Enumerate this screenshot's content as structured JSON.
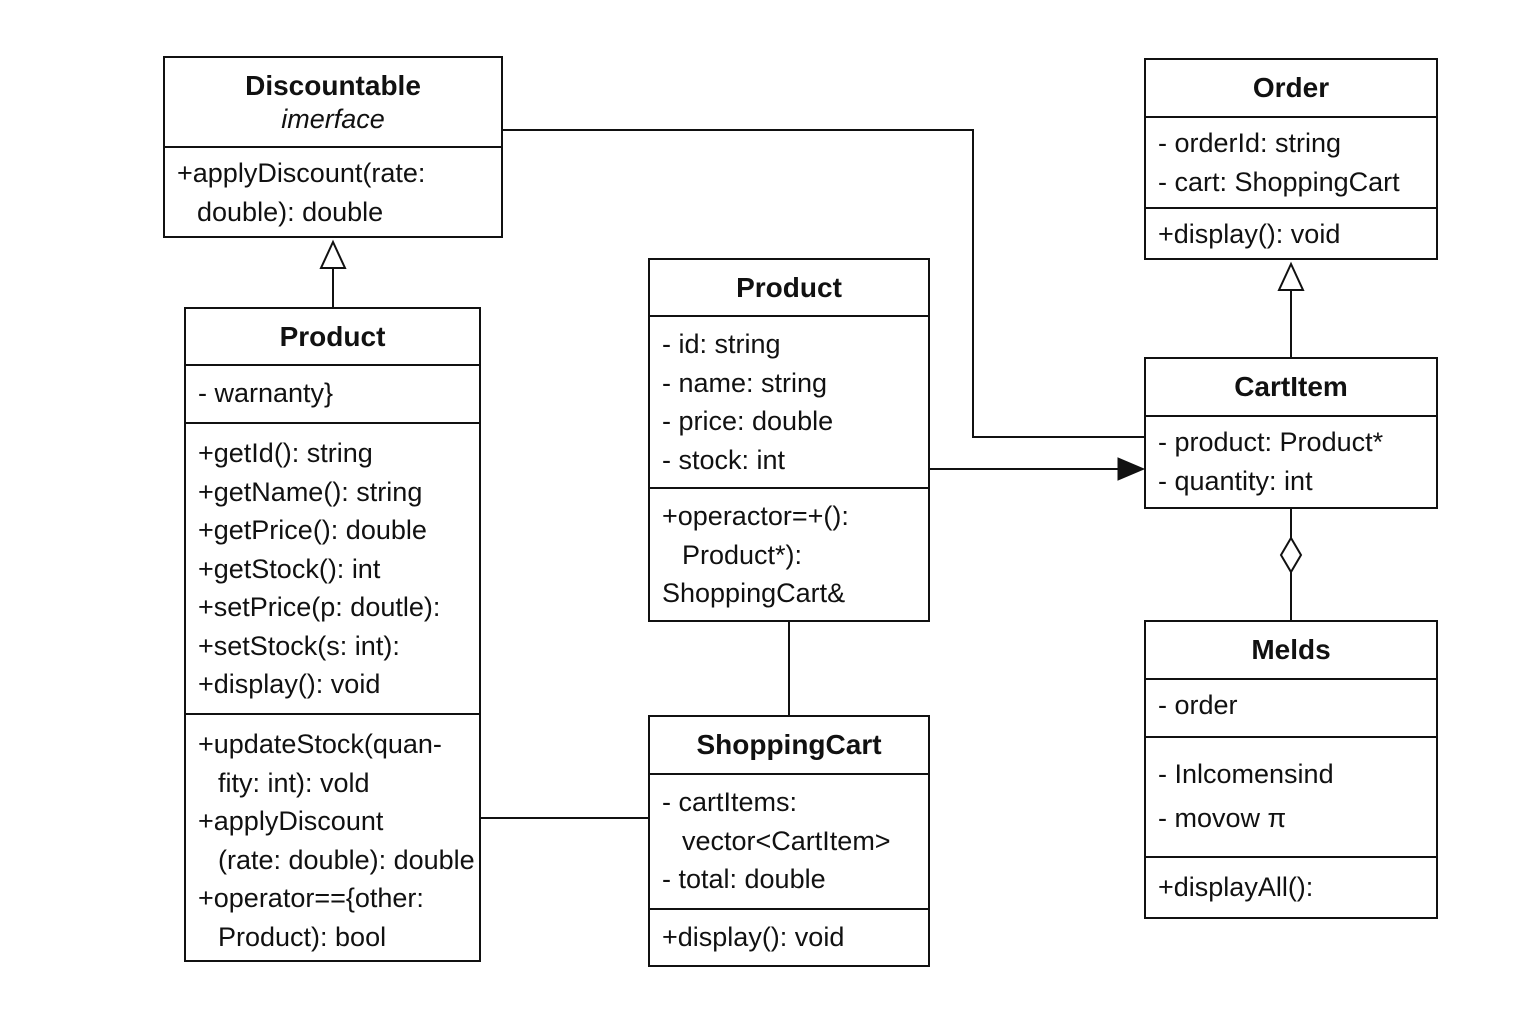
{
  "classes": {
    "discountable": {
      "name": "Discountable",
      "stereotype": "imerface",
      "methods": [
        "+applyDiscount(rate:",
        "double): double"
      ]
    },
    "product_left": {
      "name": "Product",
      "attributes": [
        "- warnanty}"
      ],
      "methods": [
        "+getId(): string",
        "+getName(): string",
        "+getPrice(): double",
        "+getStock(): int",
        "+setPrice(p: doutle):",
        "+setStock(s: int):",
        "+display(): void"
      ],
      "methods2": [
        "+updateStock(quan-",
        "fity: int): vold",
        "+applyDiscount",
        "(rate: double): double",
        "+operator=={other:",
        "Product): bool"
      ]
    },
    "product_center": {
      "name": "Product",
      "attributes": [
        "- id: string",
        "- name: string",
        "- price: double",
        "- stock: int"
      ],
      "methods": [
        "+operactor=+():",
        "Product*):",
        "ShoppingCart&"
      ]
    },
    "shopping_cart": {
      "name": "ShoppingCart",
      "attributes": [
        "- cartItems:",
        "vector<CartItem>",
        "- total: double"
      ],
      "methods": [
        "+display(): void"
      ]
    },
    "order": {
      "name": "Order",
      "attributes": [
        "- orderId: string",
        "- cart: ShoppingCart"
      ],
      "methods": [
        "+display(): void"
      ]
    },
    "cart_item": {
      "name": "CartItem",
      "attributes": [
        "- product: Product*",
        "- quantity: int"
      ]
    },
    "melds": {
      "name": "Melds",
      "attributes": [
        "- order"
      ],
      "attributes2": [
        "- Inlcomensind",
        "- movow π"
      ],
      "methods": [
        "+displayAll():"
      ]
    }
  }
}
